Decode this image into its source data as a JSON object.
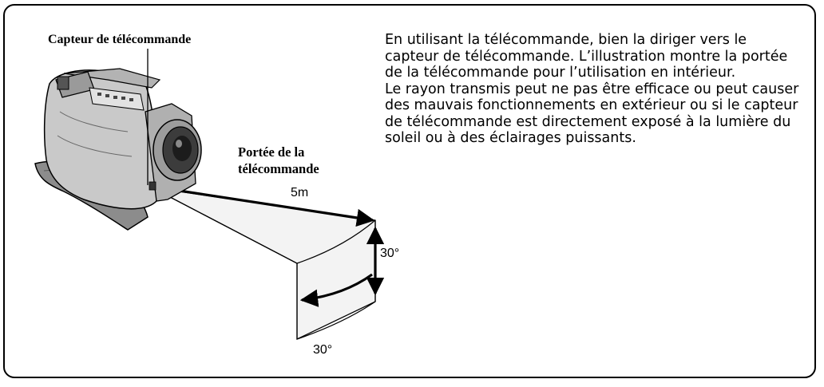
{
  "diagram": {
    "sensor_label": "Capteur de télécommande",
    "range_label_line1": "Portée de la",
    "range_label_line2": "télécommande",
    "distance_label": "5m",
    "vertical_angle_label": "30°",
    "horizontal_angle_label": "30°"
  },
  "description": {
    "paragraph1": "En utilisant la télécommande, bien la diriger vers le capteur de télécommande. L’illustration montre la portée de la télécommande pour l’utilisation en intérieur.",
    "paragraph2": "Le rayon transmis peut ne pas être efficace ou peut causer des mauvais fonctionnements en extérieur ou si le capteur de télécommande est directement exposé à la lumière du soleil ou à des éclairages puissants."
  },
  "colors": {
    "stroke": "#000000",
    "camera_body": "#c8c8c8",
    "camera_dark": "#6e6e6e",
    "strap": "#8a8a8a",
    "cone_face": "#f2f2f2"
  }
}
